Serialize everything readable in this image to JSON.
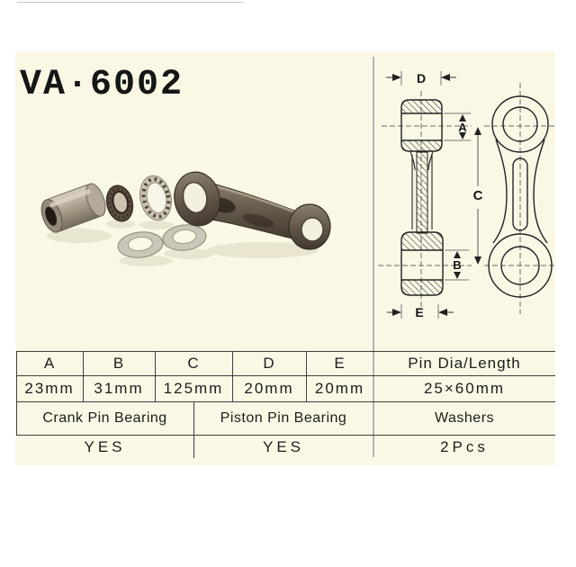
{
  "page": {
    "product_code": "VA·6002",
    "panel_bg": "#faf8e5",
    "line_color": "#3f3f3f",
    "divider_color": "#b4b4b4"
  },
  "diagram": {
    "labels": {
      "top_width": "D",
      "small_end_width": "A",
      "center_distance": "C",
      "big_end_width": "B",
      "bottom_width": "E"
    }
  },
  "spec_table": {
    "dim_headers": [
      "A",
      "B",
      "C",
      "D",
      "E",
      "Pin Dia/Length"
    ],
    "dim_values": [
      "23mm",
      "31mm",
      "125mm",
      "20mm",
      "20mm",
      "25×60mm"
    ],
    "component_headers": [
      "Crank Pin Bearing",
      "Piston Pin Bearing",
      "Washers"
    ],
    "component_values": [
      "YES",
      "YES",
      "2Pcs"
    ]
  }
}
